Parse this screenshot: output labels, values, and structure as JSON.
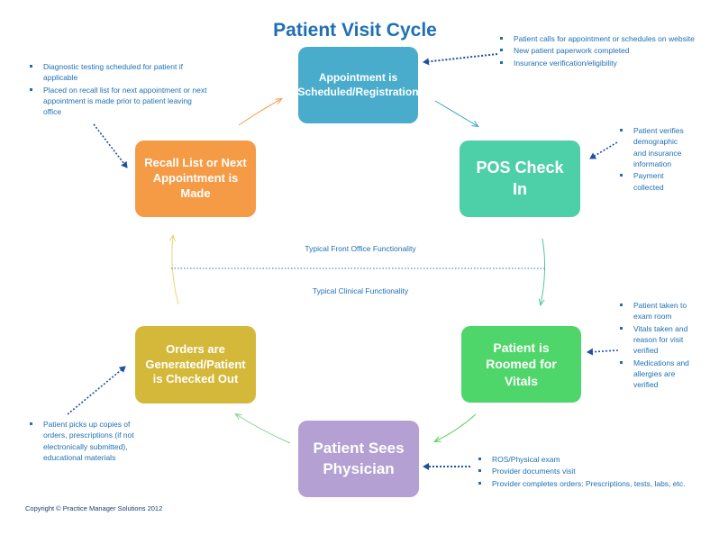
{
  "title": "Patient Visit Cycle",
  "nodes": {
    "appointment": "Appointment is Scheduled/Registration",
    "pos_check_in": "POS Check In",
    "roomed": "Patient is Roomed for Vitals",
    "sees_physician": "Patient Sees Physician",
    "orders": "Orders are Generated/Patient is Checked Out",
    "recall": "Recall List or Next Appointment is Made"
  },
  "notes": {
    "appointment": [
      "Patient calls for appointment or schedules on website",
      "New patient paperwork completed",
      "Insurance verification/eligibility"
    ],
    "pos_check_in": [
      "Patient verifies demographic and insurance information",
      "Payment collected"
    ],
    "roomed": [
      "Patient taken to exam room",
      "Vitals taken and reason for visit verified",
      "Medications and allergies are verified"
    ],
    "sees_physician": [
      "ROS/Physical exam",
      "Provider documents visit",
      "Provider completes orders:  Prescriptions, tests, labs, etc."
    ],
    "recall": [
      "Diagnostic testing scheduled for patient if applicable",
      "Placed on recall list for next appointment or next appointment is made prior to patient leaving office"
    ],
    "orders": [
      "Patient picks up copies of orders, prescriptions (if not electronically submitted), educational materials"
    ]
  },
  "functionality": {
    "front_office": "Typical Front Office Functionality",
    "clinical": "Typical Clinical Functionality"
  },
  "copyright": "Copyright © Practice Manager Solutions 2012",
  "colors": {
    "title": "#1f6fb4",
    "appointment": "#4aaccc",
    "pos_check_in": "#4dd0a8",
    "roomed": "#4fd66a",
    "sees_physician": "#b4a0d2",
    "orders": "#d4b83a",
    "recall": "#f59a45",
    "dotted_connector": "#1f4fa0"
  }
}
